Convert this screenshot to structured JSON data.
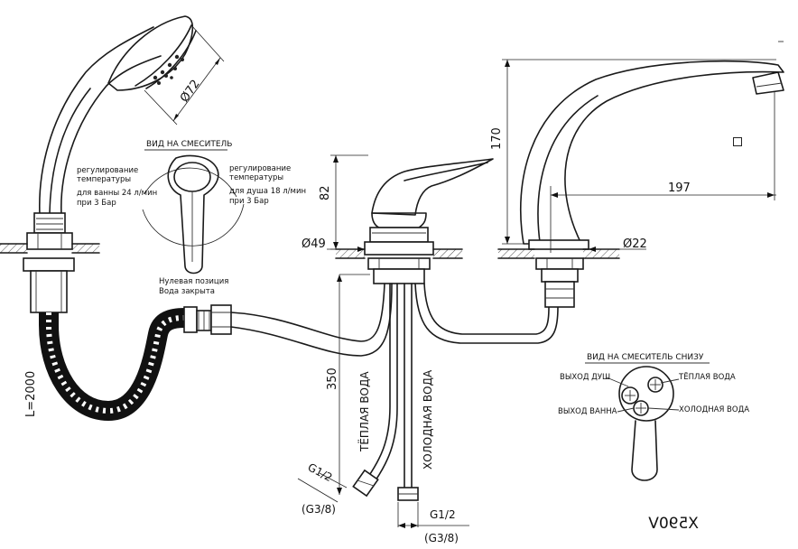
{
  "dimensions": {
    "d72": "Ø72",
    "d49": "Ø49",
    "d22": "Ø22",
    "h82": "82",
    "h170": "170",
    "w197": "197",
    "h350": "350",
    "hose_length": "L=2000",
    "thread_g12_left": "G1/2",
    "thread_g38_left": "(G3/8)",
    "thread_g12_right": "G1/2",
    "thread_g38_right": "(G3/8)"
  },
  "top_view": {
    "title": "ВИД НА СМЕСИТЕЛЬ",
    "left_note": [
      "регулирование",
      "температуры",
      "для ванны 24 л/мин",
      "при 3 Бар"
    ],
    "right_note": [
      "регулирование",
      "температуры",
      "для душа 18 л/мин",
      "при 3 Бар"
    ],
    "zero_note": [
      "Нулевая позиция",
      "Вода закрыта"
    ]
  },
  "bottom_view": {
    "title": "ВИД НА СМЕСИТЕЛЬ СНИЗУ",
    "outlet_shower": "ВЫХОД ДУШ",
    "outlet_bath": "ВЫХОД ВАННА",
    "warm_water": "ТЁПЛАЯ ВОДА",
    "cold_water": "ХОЛОДНАЯ ВОДА"
  },
  "pipe_labels": {
    "warm": "ТЁПЛАЯ ВОДА",
    "cold": "ХОЛОДНАЯ ВОДА"
  },
  "model_code": "X590V"
}
